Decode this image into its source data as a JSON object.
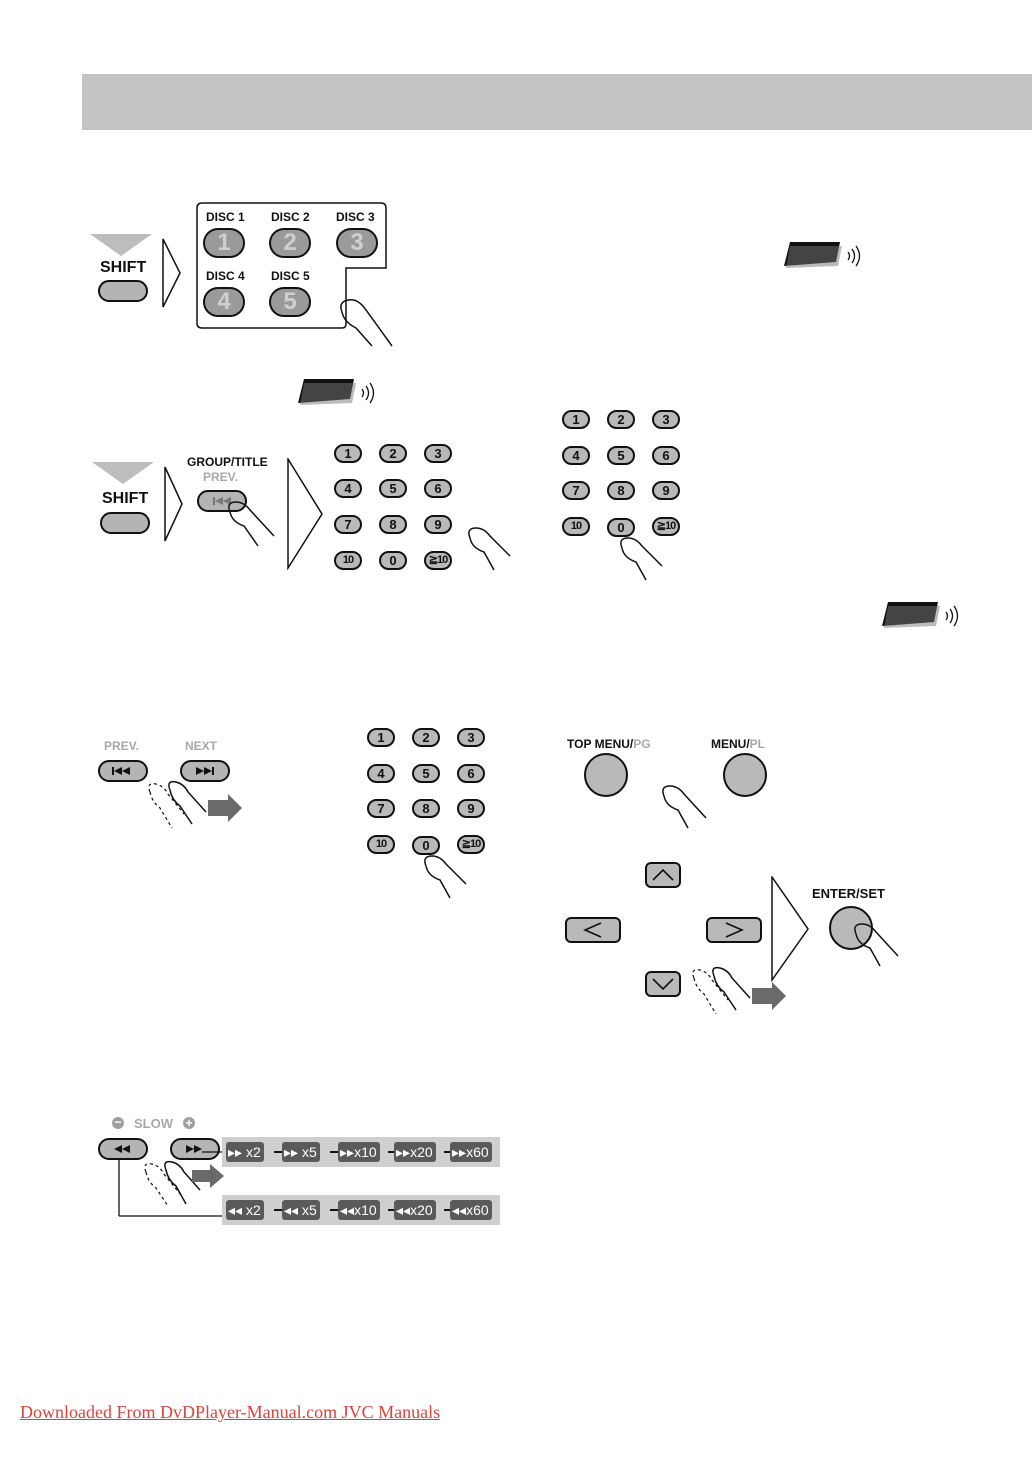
{
  "section1": {
    "shift_label": "SHIFT",
    "discs": [
      {
        "label": "DISC 1",
        "number": "1"
      },
      {
        "label": "DISC 2",
        "number": "2"
      },
      {
        "label": "DISC 3",
        "number": "3"
      },
      {
        "label": "DISC 4",
        "number": "4"
      },
      {
        "label": "DISC 5",
        "number": "5"
      }
    ]
  },
  "section2": {
    "shift_label": "SHIFT",
    "group_title_label": "GROUP/TITLE",
    "prev_label": "PREV."
  },
  "numpad": {
    "keys": [
      "1",
      "2",
      "3",
      "4",
      "5",
      "6",
      "7",
      "8",
      "9",
      "10",
      "0",
      "≧10"
    ]
  },
  "section3": {
    "prev_label": "PREV.",
    "next_label": "NEXT"
  },
  "menu": {
    "top_menu_label": "TOP MENU/",
    "top_menu_sub": "PG",
    "menu_label": "MENU/",
    "menu_sub": "PL",
    "enter_set_label": "ENTER/SET"
  },
  "slow": {
    "minus_symbol": "−",
    "label": "SLOW",
    "plus_symbol": "+",
    "forward_speeds": [
      "x2",
      "x5",
      "x10",
      "x20",
      "x60"
    ],
    "reverse_speeds": [
      "x2",
      "x5",
      "x10",
      "x20",
      "x60"
    ]
  },
  "footer": {
    "link_text": "Downloaded From DvDPlayer-Manual.com JVC Manuals"
  }
}
